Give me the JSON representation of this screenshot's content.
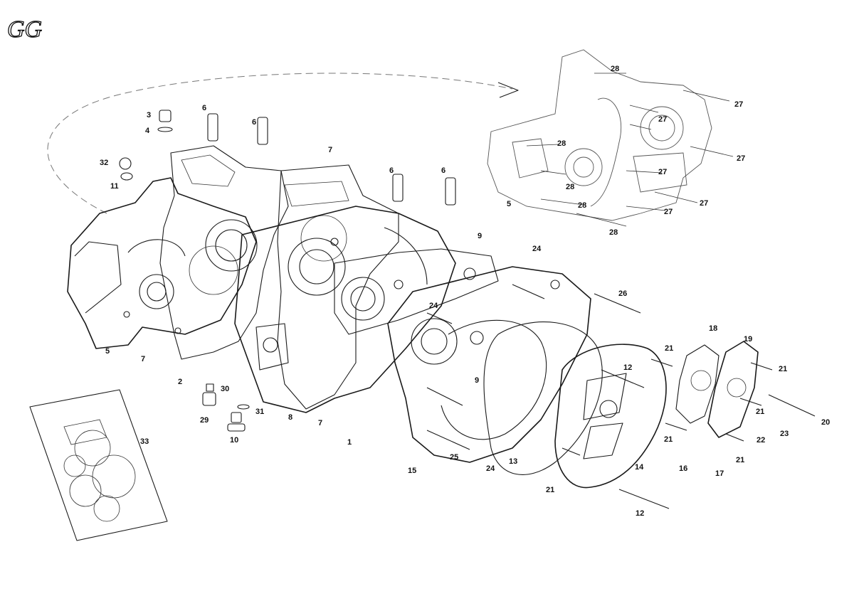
{
  "logo": "GG",
  "labels": {
    "l1": "1",
    "l2": "2",
    "l3": "3",
    "l4": "4",
    "l5a": "5",
    "l5b": "5",
    "l6a": "6",
    "l6b": "6",
    "l6c": "6",
    "l6d": "6",
    "l7a": "7",
    "l7b": "7",
    "l7c": "7",
    "l8": "8",
    "l9a": "9",
    "l9b": "9",
    "l10": "10",
    "l11": "11",
    "l12a": "12",
    "l12b": "12",
    "l13": "13",
    "l14": "14",
    "l15": "15",
    "l16": "16",
    "l17": "17",
    "l18": "18",
    "l19": "19",
    "l20": "20",
    "l21a": "21",
    "l21b": "21",
    "l21c": "21",
    "l21d": "21",
    "l21e": "21",
    "l21f": "21",
    "l22": "22",
    "l23": "23",
    "l24a": "24",
    "l24b": "24",
    "l24c": "24",
    "l25": "25",
    "l26": "26",
    "l27a": "27",
    "l27b": "27",
    "l27c": "27",
    "l27d": "27",
    "l27e": "27",
    "l27f": "27",
    "l28a": "28",
    "l28b": "28",
    "l28c": "28",
    "l28d": "28",
    "l28e": "28",
    "l29": "29",
    "l30": "30",
    "l31": "31",
    "l32": "32",
    "l33": "33"
  }
}
